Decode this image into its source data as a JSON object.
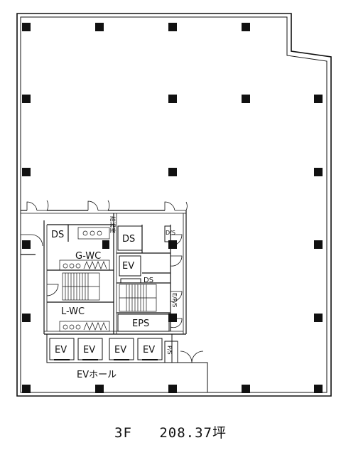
{
  "plan": {
    "rooms": {
      "ds_left": "DS",
      "ds_center": "DS",
      "ds_small": "DS",
      "ds_vertical": "D/S",
      "g_wc": "G-WC",
      "l_wc": "L-WC",
      "ev_small": "EV",
      "eps_horizontal": "EPS",
      "eps_vertical": "E/P/S",
      "ps_vertical": "P/S",
      "ev_hall": "EVホール",
      "cleaning": "給湯室"
    },
    "elevators": [
      "EV",
      "EV",
      "EV",
      "EV"
    ]
  },
  "caption": {
    "floor": "3F",
    "area": "208.37坪"
  }
}
